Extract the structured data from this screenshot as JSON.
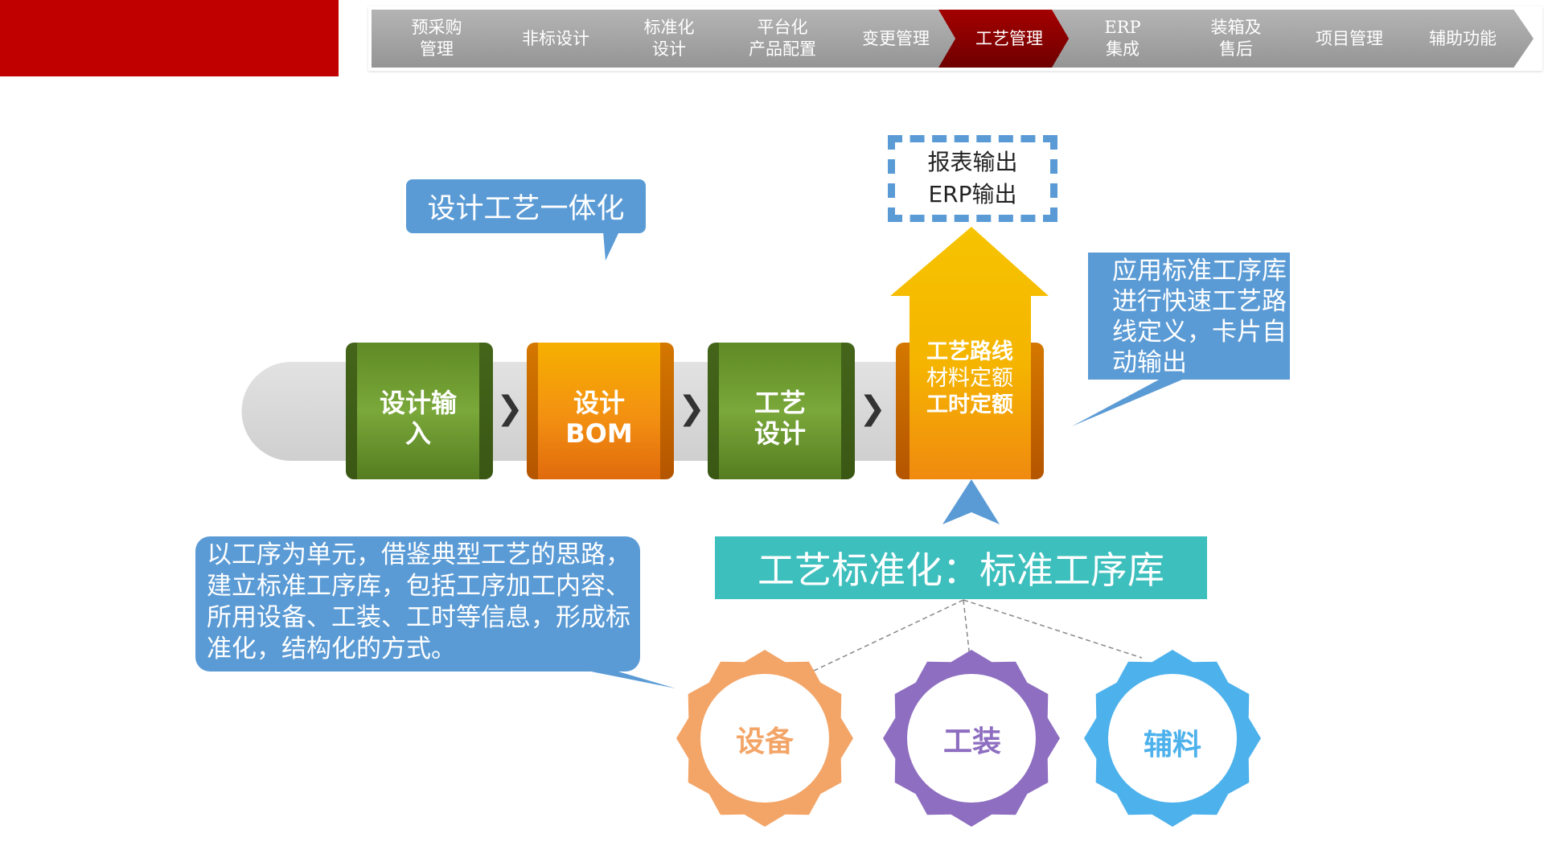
{
  "nav": {
    "steps": [
      {
        "label": "预采购\n管理",
        "active": false
      },
      {
        "label": "非标设计",
        "active": false
      },
      {
        "label": "标准化\n设计",
        "active": false
      },
      {
        "label": "平台化\n产品配置",
        "active": false
      },
      {
        "label": "变更管理",
        "active": false
      },
      {
        "label": "工艺管理",
        "active": true
      },
      {
        "label": "ERP\n集成",
        "active": false
      },
      {
        "label": "装箱及\n售后",
        "active": false
      },
      {
        "label": "项目管理",
        "active": false
      },
      {
        "label": "辅助功能",
        "active": false
      }
    ]
  },
  "callouts": {
    "title": "设计工艺一体化",
    "right": "应用标准工序库进行快速工艺路线定义，卡片自动输出",
    "left": "以工序为单元，借鉴典型工艺的思路，建立标准工序库，包括工序加工内容、所用设备、工装、工时等信息，形成标准化，结构化的方式。"
  },
  "output_box": {
    "line1": "报表输出",
    "line2": "ERP输出"
  },
  "process": {
    "block1": "设计输\n入",
    "block2": "设计\nBOM",
    "block3": "工艺\n设计",
    "block4": {
      "line1": "工艺路线",
      "line2": "材料定额",
      "line3": "工时定额"
    },
    "separator": "❯"
  },
  "banner": "工艺标准化：标准工序库",
  "gears": [
    {
      "label": "设备",
      "color": "#f3a568"
    },
    {
      "label": "工装",
      "color": "#8e6ec0"
    },
    {
      "label": "辅料",
      "color": "#4db1ec"
    }
  ],
  "colors": {
    "brand_red": "#c00000",
    "active_step": "#8b0000",
    "callout_blue": "#5b9bd5",
    "teal": "#3dbfbd",
    "green_block": "#6a9a2e",
    "orange_block": "#f08a10",
    "yellow_arrow": "#f5c000"
  }
}
